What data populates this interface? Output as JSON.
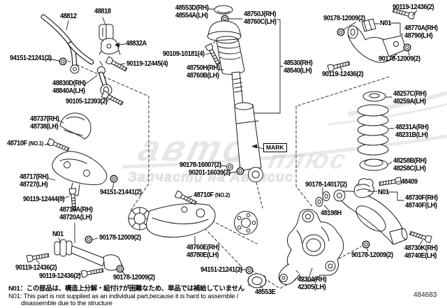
{
  "figure": {
    "code": "484683"
  },
  "notes": {
    "jp": "N01：この部品は、構造上分解・組付けが困難なため、単品では補給していません",
    "en1": "N01:  This part is not supplied as an individual part,because it is hard to assemble /",
    "en2": "disassemble due to the structure"
  },
  "watermark": {
    "logo_left": "авто",
    "logo_right": "плюс",
    "subtitle": "Запчасти на Авенсис"
  },
  "callouts": {
    "stabilizer_bar": "48812",
    "stabilizer_bushing": "48818",
    "stabilizer_bracket": "48832A",
    "nut_94151_21241": "94151-21241(2)",
    "bolt_90119_12445": "90119-12445(4)",
    "stabilizer_link_rh": "48830D(RH)",
    "stabilizer_link_lh": "48840A(LH)",
    "bolt_90105_12393": "90105-12393(2)",
    "support_cap_rh": "48553D(RH)",
    "support_cap_lh": "48554A(LH)",
    "support_rh": "48750J(RH)",
    "support_lh": "48760C(LH)",
    "bolt_90109_10181": "90109-10181(4)",
    "bumper_rh": "48750H(RH)",
    "bumper_lh": "48760B(LH)",
    "shock_rh": "48530(RH)",
    "shock_lh": "48540(LH)",
    "nut_90178_12009": "90178-12009(2)",
    "bolt_90119_12436": "90119-12436(2)",
    "n01": "N01",
    "upper_arm_rh": "48770A(RH)",
    "upper_arm_lh": "48790(LH)",
    "spring_upper_insulator_rh": "48257C(RH)",
    "spring_upper_insulator_lh": "48259A(LH)",
    "coil_spring_rh": "48231A(RH)",
    "coil_spring_lh": "48231B(LH)",
    "spring_lower_insulator_rh": "48258B(RH)",
    "spring_lower_insulator_lh": "48258C(LH)",
    "cover_rh": "48737(RH)",
    "cover_lh": "48738(LH)",
    "bolt_48710f": "48710F",
    "no1_suffix": "(NO.1)",
    "no2_suffix": "(NO.2)",
    "brace_rh": "48717(RH)",
    "brace_lh": "48727(LH)",
    "bolt_90119_12444": "90119-12444(8)",
    "nut_94151_21441": "94151-21441(2)",
    "washer_90178_16007": "90178-16007(2)",
    "nut_90201_16039": "90201-16039(2)",
    "mark": "MARK",
    "trailing_arm_rh": "48710A(RH)",
    "trailing_arm_lh": "48720A(LH)",
    "lower_arm1_rh": "48760E(RH)",
    "lower_arm1_lh": "48780E(LH)",
    "bushing_48553e": "48553E",
    "knuckle_rh": "42304(RH)",
    "knuckle_lh": "42305(LH)",
    "washer_90178_14017": "90178-14017(2)",
    "plate_washer_48198h": "48198H",
    "bolt_48409": "48409",
    "lower_arm2_rh": "48730F(RH)",
    "lower_arm2_lh": "48740F(LH)",
    "arm_assy_rh": "48730K(RH)",
    "arm_assy_lh": "48740E(LH)"
  }
}
